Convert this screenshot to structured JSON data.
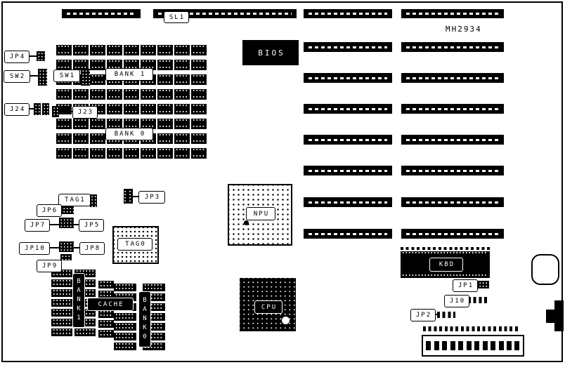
{
  "model": "MH2934",
  "colors": {
    "ink": "#000000",
    "paper": "#ffffff"
  },
  "labels": {
    "sl1": "SL1",
    "bios": "BIOS",
    "jp4": "JP4",
    "sw1": "SW1",
    "sw2": "SW2",
    "j24": "J24",
    "j23": "J23",
    "bank1_row": "BANK 1",
    "bank0_row": "BANK 0",
    "jp3": "JP3",
    "tag1": "TAG1",
    "jp6": "JP6",
    "jp7": "JP7",
    "jp5": "JP5",
    "jp10": "JP10",
    "jp8": "JP8",
    "jp9": "JP9",
    "tag0": "TAG0",
    "npu": "NPU",
    "cpu": "CPU",
    "cache": "CACHE",
    "bank1_col": "BANK1",
    "bank0_col": "BANK0",
    "kbd": "KBD",
    "jp1": "JP1",
    "j10": "J10",
    "jp2": "JP2"
  }
}
